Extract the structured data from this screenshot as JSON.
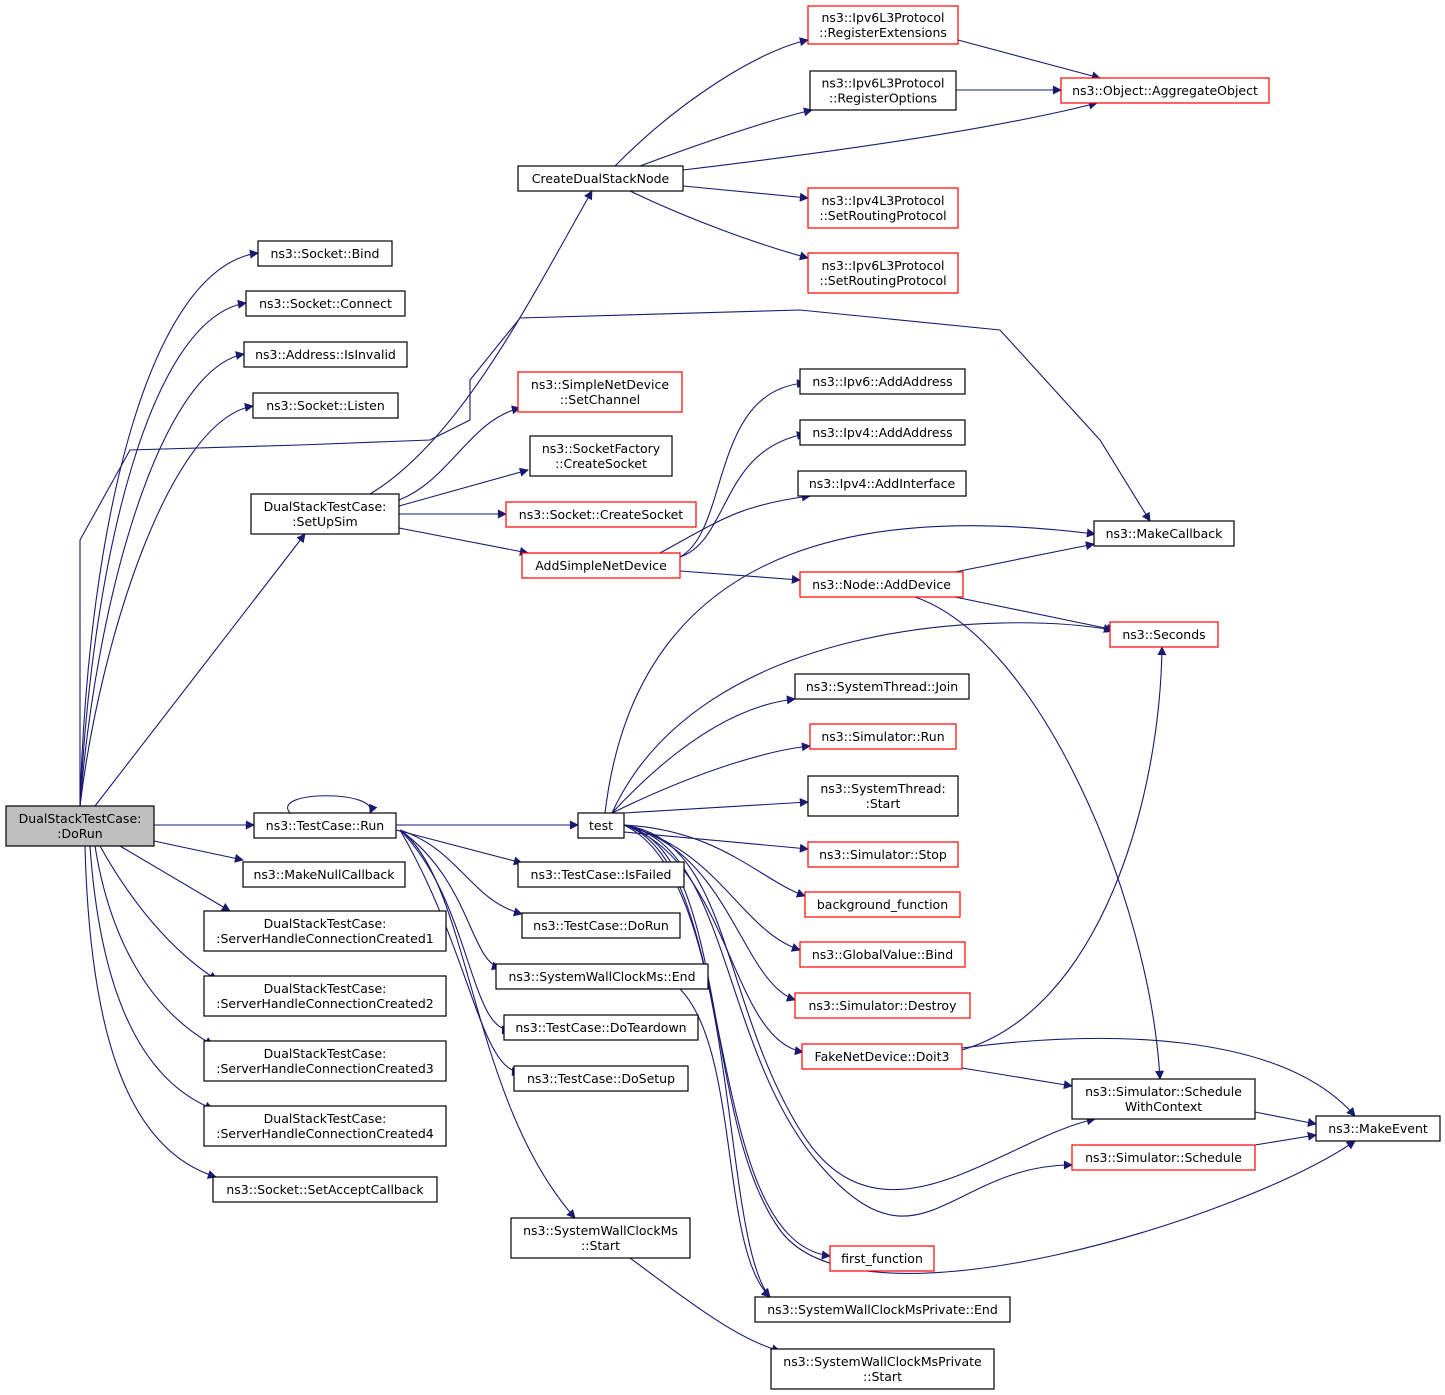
{
  "colors": {
    "background": "#ffffff",
    "edge": "#191970",
    "border_normal": "#000000",
    "border_external": "#ff0000",
    "root_fill": "#bfbfbf",
    "node_fill": "#ffffff"
  },
  "nodes": [
    {
      "id": "doRunRoot",
      "lines": [
        "DualStackTestCase:",
        ":DoRun"
      ],
      "style": "root"
    },
    {
      "id": "socketBind",
      "lines": [
        "ns3::Socket::Bind"
      ],
      "style": "normal"
    },
    {
      "id": "socketConnect",
      "lines": [
        "ns3::Socket::Connect"
      ],
      "style": "normal"
    },
    {
      "id": "addressIsInvalid",
      "lines": [
        "ns3::Address::IsInvalid"
      ],
      "style": "normal"
    },
    {
      "id": "socketListen",
      "lines": [
        "ns3::Socket::Listen"
      ],
      "style": "normal"
    },
    {
      "id": "setUpSim",
      "lines": [
        "DualStackTestCase:",
        ":SetUpSim"
      ],
      "style": "normal"
    },
    {
      "id": "testCaseRun",
      "lines": [
        "ns3::TestCase::Run"
      ],
      "style": "normal"
    },
    {
      "id": "makeNullCallback",
      "lines": [
        "ns3::MakeNullCallback"
      ],
      "style": "normal"
    },
    {
      "id": "serverHandle1",
      "lines": [
        "DualStackTestCase:",
        ":ServerHandleConnectionCreated1"
      ],
      "style": "normal"
    },
    {
      "id": "serverHandle2",
      "lines": [
        "DualStackTestCase:",
        ":ServerHandleConnectionCreated2"
      ],
      "style": "normal"
    },
    {
      "id": "serverHandle3",
      "lines": [
        "DualStackTestCase:",
        ":ServerHandleConnectionCreated3"
      ],
      "style": "normal"
    },
    {
      "id": "serverHandle4",
      "lines": [
        "DualStackTestCase:",
        ":ServerHandleConnectionCreated4"
      ],
      "style": "normal"
    },
    {
      "id": "setAcceptCallback",
      "lines": [
        "ns3::Socket::SetAcceptCallback"
      ],
      "style": "normal"
    },
    {
      "id": "createDualStackNode",
      "lines": [
        "CreateDualStackNode"
      ],
      "style": "normal"
    },
    {
      "id": "simpleNetDeviceSetChannel",
      "lines": [
        "ns3::SimpleNetDevice",
        "::SetChannel"
      ],
      "style": "external"
    },
    {
      "id": "socketFactoryCreateSocket",
      "lines": [
        "ns3::SocketFactory",
        "::CreateSocket"
      ],
      "style": "normal"
    },
    {
      "id": "socketCreateSocket",
      "lines": [
        "ns3::Socket::CreateSocket"
      ],
      "style": "external"
    },
    {
      "id": "addSimpleNetDevice",
      "lines": [
        "AddSimpleNetDevice"
      ],
      "style": "external"
    },
    {
      "id": "ipv6RegisterExtensions",
      "lines": [
        "ns3::Ipv6L3Protocol",
        "::RegisterExtensions"
      ],
      "style": "external"
    },
    {
      "id": "ipv6RegisterOptions",
      "lines": [
        "ns3::Ipv6L3Protocol",
        "::RegisterOptions"
      ],
      "style": "normal"
    },
    {
      "id": "ipv4SetRoutingProtocol",
      "lines": [
        "ns3::Ipv4L3Protocol",
        "::SetRoutingProtocol"
      ],
      "style": "external"
    },
    {
      "id": "ipv6SetRoutingProtocol",
      "lines": [
        "ns3::Ipv6L3Protocol",
        "::SetRoutingProtocol"
      ],
      "style": "external"
    },
    {
      "id": "aggregateObject",
      "lines": [
        "ns3::Object::AggregateObject"
      ],
      "style": "external"
    },
    {
      "id": "ipv6AddAddress",
      "lines": [
        "ns3::Ipv6::AddAddress"
      ],
      "style": "normal"
    },
    {
      "id": "ipv4AddAddress",
      "lines": [
        "ns3::Ipv4::AddAddress"
      ],
      "style": "normal"
    },
    {
      "id": "ipv4AddInterface",
      "lines": [
        "ns3::Ipv4::AddInterface"
      ],
      "style": "normal"
    },
    {
      "id": "nodeAddDevice",
      "lines": [
        "ns3::Node::AddDevice"
      ],
      "style": "external"
    },
    {
      "id": "makeCallback",
      "lines": [
        "ns3::MakeCallback"
      ],
      "style": "normal"
    },
    {
      "id": "seconds",
      "lines": [
        "ns3::Seconds"
      ],
      "style": "external"
    },
    {
      "id": "test",
      "lines": [
        "test"
      ],
      "style": "normal"
    },
    {
      "id": "testCaseIsFailed",
      "lines": [
        "ns3::TestCase::IsFailed"
      ],
      "style": "normal"
    },
    {
      "id": "testCaseDoRun",
      "lines": [
        "ns3::TestCase::DoRun"
      ],
      "style": "normal"
    },
    {
      "id": "wallClockEnd",
      "lines": [
        "ns3::SystemWallClockMs::End"
      ],
      "style": "normal"
    },
    {
      "id": "testCaseDoTeardown",
      "lines": [
        "ns3::TestCase::DoTeardown"
      ],
      "style": "normal"
    },
    {
      "id": "testCaseDoSetup",
      "lines": [
        "ns3::TestCase::DoSetup"
      ],
      "style": "normal"
    },
    {
      "id": "wallClockStart",
      "lines": [
        "ns3::SystemWallClockMs",
        "::Start"
      ],
      "style": "normal"
    },
    {
      "id": "systemThreadJoin",
      "lines": [
        "ns3::SystemThread::Join"
      ],
      "style": "normal"
    },
    {
      "id": "simulatorRun",
      "lines": [
        "ns3::Simulator::Run"
      ],
      "style": "external"
    },
    {
      "id": "systemThreadStart",
      "lines": [
        "ns3::SystemThread:",
        ":Start"
      ],
      "style": "normal"
    },
    {
      "id": "simulatorStop",
      "lines": [
        "ns3::Simulator::Stop"
      ],
      "style": "external"
    },
    {
      "id": "backgroundFunction",
      "lines": [
        "background_function"
      ],
      "style": "external"
    },
    {
      "id": "globalValueBind",
      "lines": [
        "ns3::GlobalValue::Bind"
      ],
      "style": "external"
    },
    {
      "id": "simulatorDestroy",
      "lines": [
        "ns3::Simulator::Destroy"
      ],
      "style": "external"
    },
    {
      "id": "fakeNetDeviceDoit3",
      "lines": [
        "FakeNetDevice::Doit3"
      ],
      "style": "external"
    },
    {
      "id": "firstFunction",
      "lines": [
        "first_function"
      ],
      "style": "external"
    },
    {
      "id": "wallClockPrivateEnd",
      "lines": [
        "ns3::SystemWallClockMsPrivate::End"
      ],
      "style": "normal"
    },
    {
      "id": "wallClockPrivateStart",
      "lines": [
        "ns3::SystemWallClockMsPrivate",
        "::Start"
      ],
      "style": "normal"
    },
    {
      "id": "scheduleWithContext",
      "lines": [
        "ns3::Simulator::Schedule",
        "WithContext"
      ],
      "style": "normal"
    },
    {
      "id": "simulatorSchedule",
      "lines": [
        "ns3::Simulator::Schedule"
      ],
      "style": "external"
    },
    {
      "id": "makeEvent",
      "lines": [
        "ns3::MakeEvent"
      ],
      "style": "normal"
    }
  ],
  "edges": [
    {
      "from": "doRunRoot",
      "to": "socketBind"
    },
    {
      "from": "doRunRoot",
      "to": "socketConnect"
    },
    {
      "from": "doRunRoot",
      "to": "addressIsInvalid"
    },
    {
      "from": "doRunRoot",
      "to": "socketListen"
    },
    {
      "from": "doRunRoot",
      "to": "makeCallback"
    },
    {
      "from": "doRunRoot",
      "to": "setUpSim"
    },
    {
      "from": "doRunRoot",
      "to": "testCaseRun"
    },
    {
      "from": "doRunRoot",
      "to": "makeNullCallback"
    },
    {
      "from": "doRunRoot",
      "to": "serverHandle1"
    },
    {
      "from": "doRunRoot",
      "to": "serverHandle2"
    },
    {
      "from": "doRunRoot",
      "to": "serverHandle3"
    },
    {
      "from": "doRunRoot",
      "to": "serverHandle4"
    },
    {
      "from": "doRunRoot",
      "to": "setAcceptCallback"
    },
    {
      "from": "setUpSim",
      "to": "createDualStackNode"
    },
    {
      "from": "setUpSim",
      "to": "simpleNetDeviceSetChannel"
    },
    {
      "from": "setUpSim",
      "to": "socketFactoryCreateSocket"
    },
    {
      "from": "setUpSim",
      "to": "socketCreateSocket"
    },
    {
      "from": "setUpSim",
      "to": "addSimpleNetDevice"
    },
    {
      "from": "createDualStackNode",
      "to": "ipv6RegisterExtensions"
    },
    {
      "from": "createDualStackNode",
      "to": "ipv6RegisterOptions"
    },
    {
      "from": "createDualStackNode",
      "to": "aggregateObject"
    },
    {
      "from": "createDualStackNode",
      "to": "ipv4SetRoutingProtocol"
    },
    {
      "from": "createDualStackNode",
      "to": "ipv6SetRoutingProtocol"
    },
    {
      "from": "ipv6RegisterExtensions",
      "to": "aggregateObject"
    },
    {
      "from": "ipv6RegisterOptions",
      "to": "aggregateObject"
    },
    {
      "from": "addSimpleNetDevice",
      "to": "ipv6AddAddress"
    },
    {
      "from": "addSimpleNetDevice",
      "to": "ipv4AddAddress"
    },
    {
      "from": "addSimpleNetDevice",
      "to": "ipv4AddInterface"
    },
    {
      "from": "addSimpleNetDevice",
      "to": "nodeAddDevice"
    },
    {
      "from": "nodeAddDevice",
      "to": "makeCallback"
    },
    {
      "from": "nodeAddDevice",
      "to": "seconds"
    },
    {
      "from": "nodeAddDevice",
      "to": "scheduleWithContext"
    },
    {
      "from": "testCaseRun",
      "to": "testCaseRun"
    },
    {
      "from": "testCaseRun",
      "to": "test"
    },
    {
      "from": "testCaseRun",
      "to": "testCaseIsFailed"
    },
    {
      "from": "testCaseRun",
      "to": "testCaseDoRun"
    },
    {
      "from": "testCaseRun",
      "to": "wallClockEnd"
    },
    {
      "from": "testCaseRun",
      "to": "testCaseDoTeardown"
    },
    {
      "from": "testCaseRun",
      "to": "testCaseDoSetup"
    },
    {
      "from": "testCaseRun",
      "to": "wallClockStart"
    },
    {
      "from": "wallClockEnd",
      "to": "wallClockPrivateEnd"
    },
    {
      "from": "wallClockStart",
      "to": "wallClockPrivateStart"
    },
    {
      "from": "test",
      "to": "makeCallback"
    },
    {
      "from": "test",
      "to": "seconds"
    },
    {
      "from": "test",
      "to": "systemThreadJoin"
    },
    {
      "from": "test",
      "to": "simulatorRun"
    },
    {
      "from": "test",
      "to": "systemThreadStart"
    },
    {
      "from": "test",
      "to": "simulatorStop"
    },
    {
      "from": "test",
      "to": "backgroundFunction"
    },
    {
      "from": "test",
      "to": "globalValueBind"
    },
    {
      "from": "test",
      "to": "simulatorDestroy"
    },
    {
      "from": "test",
      "to": "fakeNetDeviceDoit3"
    },
    {
      "from": "test",
      "to": "scheduleWithContext"
    },
    {
      "from": "test",
      "to": "simulatorSchedule"
    },
    {
      "from": "test",
      "to": "makeEvent"
    },
    {
      "from": "test",
      "to": "firstFunction"
    },
    {
      "from": "test",
      "to": "wallClockPrivateEnd"
    },
    {
      "from": "fakeNetDeviceDoit3",
      "to": "seconds"
    },
    {
      "from": "fakeNetDeviceDoit3",
      "to": "scheduleWithContext"
    },
    {
      "from": "fakeNetDeviceDoit3",
      "to": "makeEvent"
    },
    {
      "from": "scheduleWithContext",
      "to": "makeEvent"
    },
    {
      "from": "simulatorSchedule",
      "to": "makeEvent"
    }
  ]
}
